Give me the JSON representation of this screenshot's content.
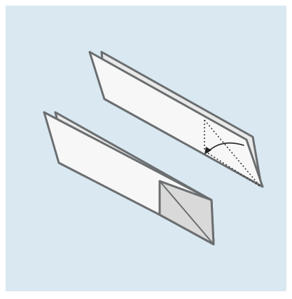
{
  "diagram": {
    "kind": "origami-fold-step",
    "colors": {
      "background": "#d9e8f1",
      "paper": "#f7f7f7",
      "paper_back": "#e9e9e9",
      "folded_flap": "#d9d9d9",
      "outline": "#6b6e70",
      "fold_line": "#3a3a3a",
      "arrow": "#222222"
    },
    "steps": [
      {
        "name": "before-fold",
        "shows_valley_fold_guides": true,
        "shows_fold_arrow": true
      },
      {
        "name": "after-fold",
        "shows_folded_corner": true
      }
    ]
  }
}
